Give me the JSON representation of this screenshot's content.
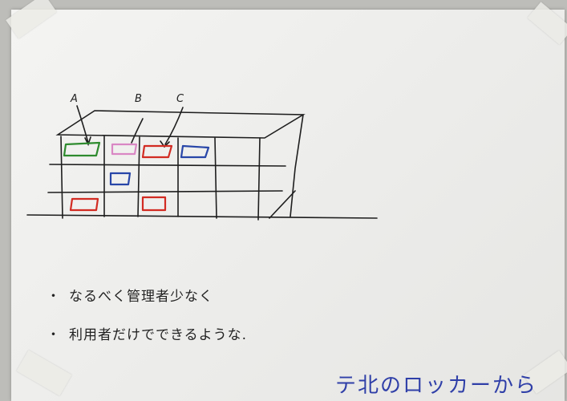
{
  "labels": {
    "a": "A",
    "b": "B",
    "c": "C"
  },
  "notes": [
    "なるべく管理者少なく",
    "利用者だけでできるような."
  ],
  "signature": "テ北のロッカーから",
  "colors": {
    "green": "#2e8b2e",
    "pink": "#d987c4",
    "red": "#d22b22",
    "blue": "#2846a8",
    "ink": "#1e1e1e"
  }
}
